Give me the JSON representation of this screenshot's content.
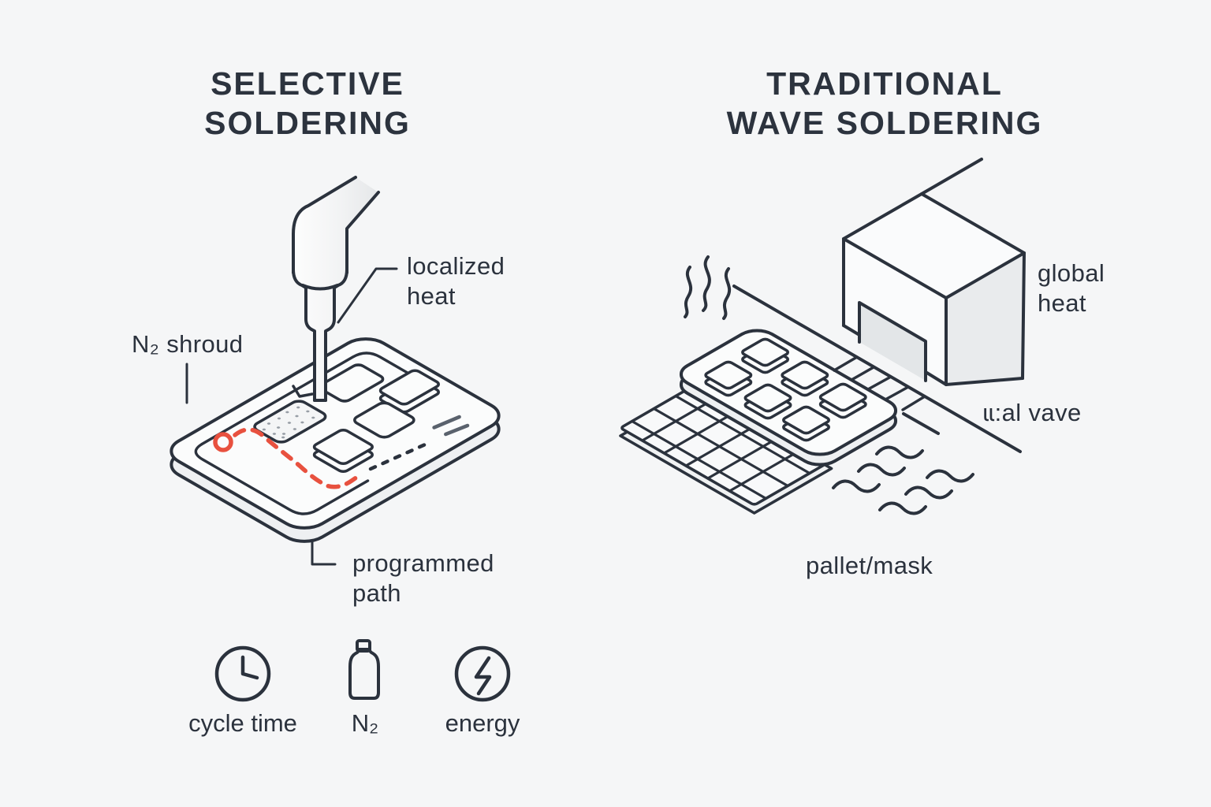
{
  "canvas": {
    "background": "#f5f6f7",
    "line_color": "#2b323d",
    "accent_red": "#e8513f",
    "fill_light_gray": "#e9ebed",
    "fill_white": "#fbfcfc"
  },
  "left": {
    "title_line1": "SELECTIVE",
    "title_line2": "SOLDERING",
    "labels": {
      "localized_heat_1": "localized",
      "localized_heat_2": "heat",
      "n2_shroud": "N₂ shroud",
      "programmed_path_1": "programmed",
      "programmed_path_2": "path"
    },
    "legend": [
      {
        "icon": "clock-icon",
        "label": "cycle time"
      },
      {
        "icon": "n2-bottle-icon",
        "label": "N₂"
      },
      {
        "icon": "energy-bolt-icon",
        "label": "energy"
      }
    ]
  },
  "right": {
    "title_line1": "TRADITIONAL",
    "title_line2": "WAVE SOLDERING",
    "labels": {
      "global_heat_1": "global",
      "global_heat_2": "heat",
      "wave": "ɩɩ:al vave",
      "pallet_mask": "pallet/mask"
    }
  }
}
